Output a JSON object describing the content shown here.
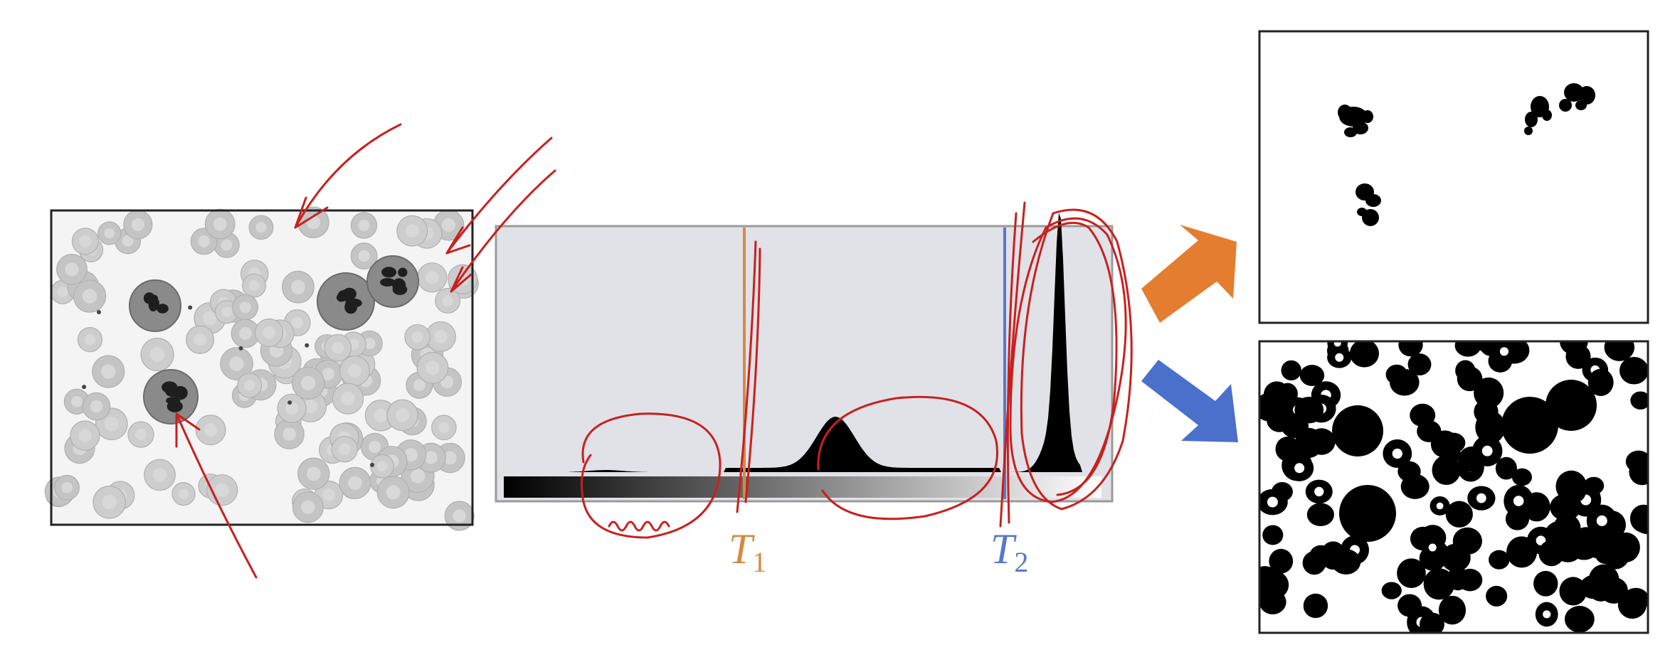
{
  "colors": {
    "threshold1": "#d48a44",
    "threshold2": "#5a78c8",
    "annotation": "#c8201e",
    "arrowOrange": "#e47d30",
    "arrowBlue": "#4a70cc",
    "histogramPanel": "#e0e2e8",
    "frame": "#222222"
  },
  "thresholds": [
    {
      "symbol": "T",
      "subscript": "1"
    },
    {
      "symbol": "T",
      "subscript": "2"
    }
  ],
  "icons": {
    "arrowToTop": "thick-arrow-up-right",
    "arrowToBottom": "thick-arrow-down-right"
  }
}
